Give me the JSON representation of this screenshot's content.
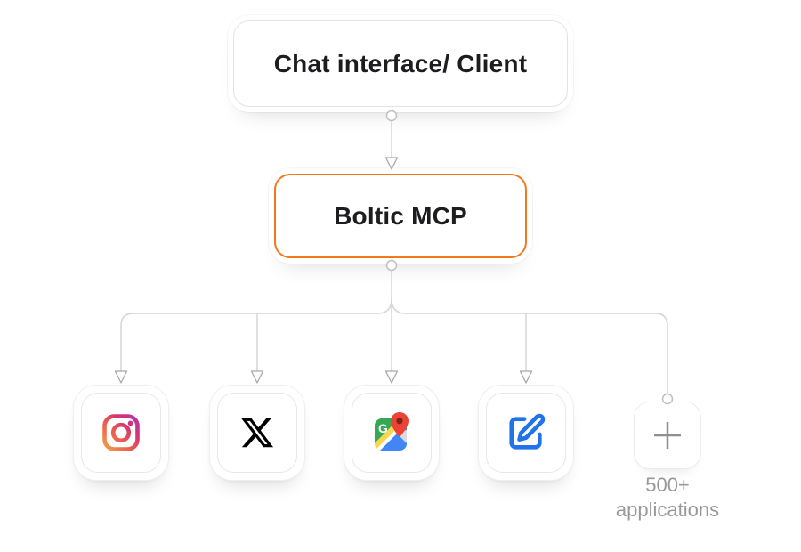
{
  "diagram": {
    "client_box": {
      "label": "Chat interface/ Client"
    },
    "mcp_box": {
      "label": "Boltic MCP"
    },
    "apps": [
      {
        "name": "Instagram",
        "icon": "instagram-icon"
      },
      {
        "name": "X",
        "icon": "x-icon"
      },
      {
        "name": "Google Maps",
        "icon": "google-maps-icon"
      },
      {
        "name": "Compose",
        "icon": "edit-icon"
      }
    ],
    "more_apps": {
      "icon": "plus-icon",
      "caption": [
        "500+",
        "applications"
      ]
    },
    "colors": {
      "accent_orange": "#F4781D",
      "connector_gray": "#D5D5D5",
      "node_border": "#E3E3E3",
      "text_dark": "#1D1D1F",
      "text_muted": "#98989D",
      "instagram_gradient": [
        "#F5A54B",
        "#EE654B",
        "#D9356E",
        "#A437B9"
      ],
      "x_black": "#000000",
      "maps_green": "#34A853",
      "maps_yellow": "#F9D64C",
      "maps_blue": "#4285F4",
      "maps_red": "#EA4335",
      "maps_pin_center": "#7E211B",
      "edit_blue": "#2173EA",
      "plus_gray": "#8E8E93"
    }
  }
}
